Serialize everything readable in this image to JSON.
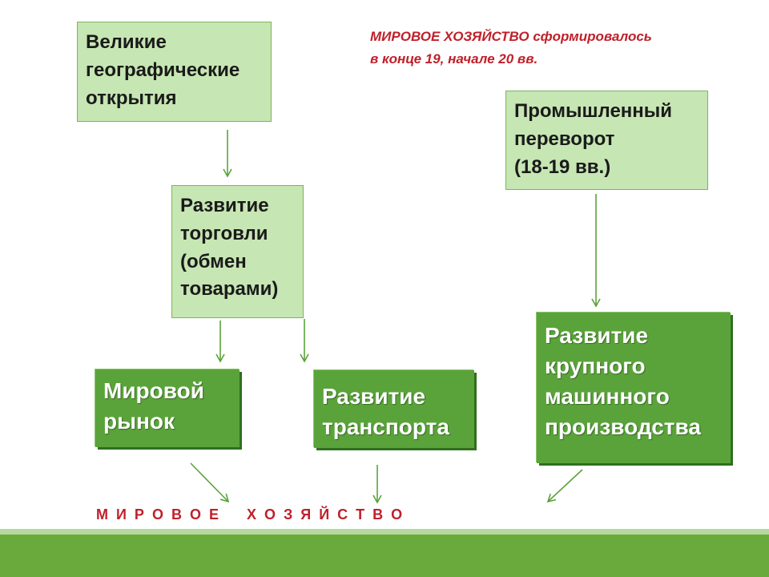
{
  "note": {
    "line1": "МИРОВОЕ ХОЗЯЙСТВО сформировалось",
    "line2": " в конце 19, начале 20 вв."
  },
  "boxes": {
    "discoveries": [
      "Великие",
      "географические",
      "открытия"
    ],
    "revolution": [
      "Промышленный",
      "переворот",
      "(18-19 вв.)"
    ],
    "trade": [
      "Развитие",
      "торговли",
      "(обмен",
      "товарами)"
    ],
    "world_market": [
      "Мировой",
      "рынок"
    ],
    "transport": [
      "Развитие",
      "транспорта"
    ],
    "production": [
      "Развитие",
      "крупного",
      "машинного",
      "производства"
    ]
  },
  "bottom_label": "М  И  Р  О  В  О  Е       Х  О  З  Я  Й  С  Т  В  О",
  "colors": {
    "light_box": "#c6e6b3",
    "dark_box": "#5aa33a",
    "arrow": "#5aa33a",
    "accent_red": "#c0202a",
    "footer": "#6aaa3c"
  }
}
